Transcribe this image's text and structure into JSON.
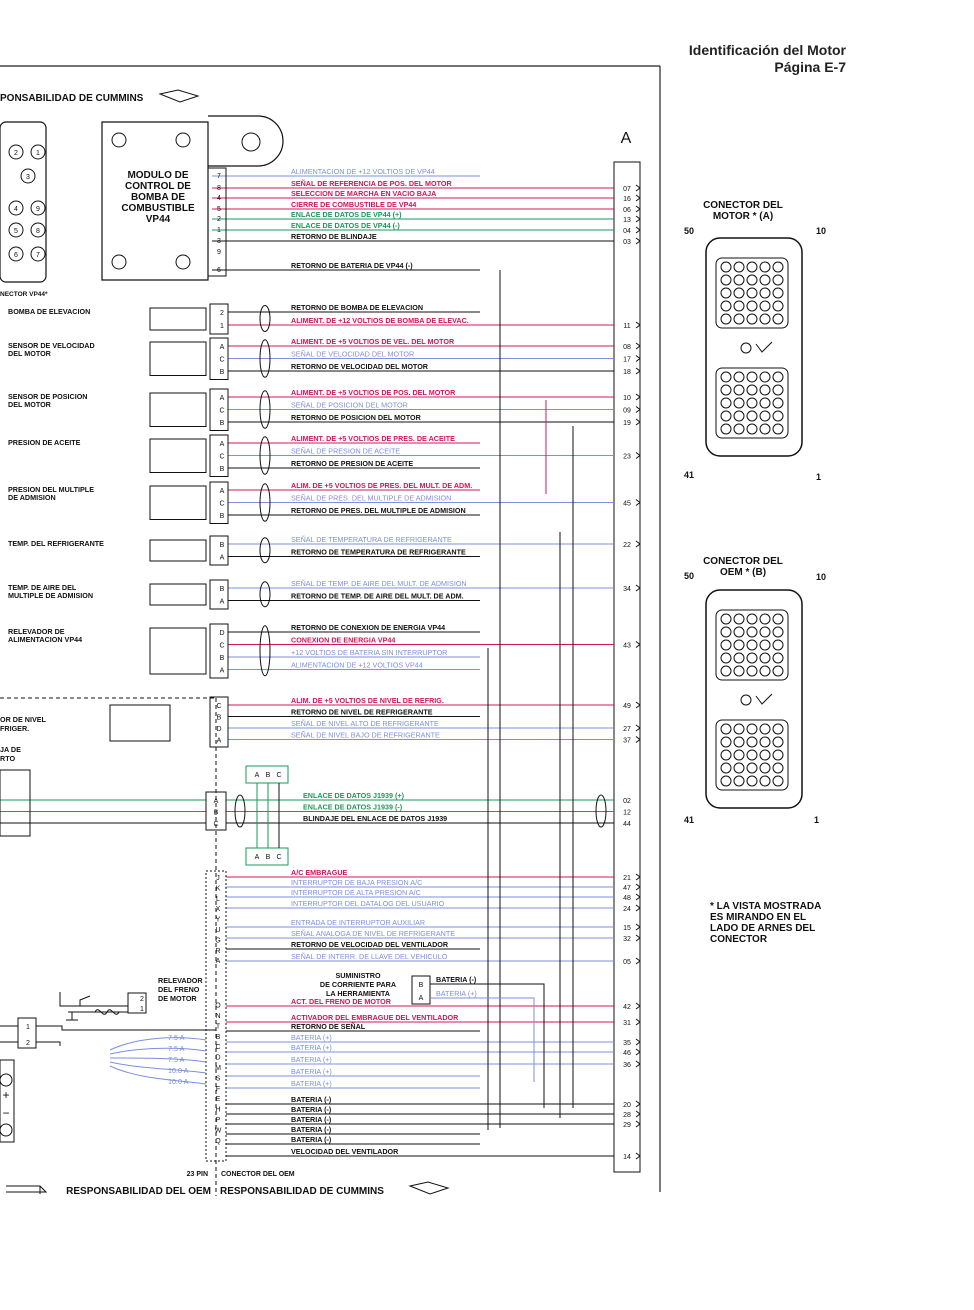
{
  "header": {
    "title": "Identificación del Motor",
    "page": "Página E-7"
  },
  "top_banner": "PONSABILIDAD DE CUMMINS",
  "ecm_column": "A",
  "module": {
    "title_lines": [
      "MODULO DE",
      "CONTROL DE",
      "BOMBA DE",
      "COMBUSTIBLE",
      "VP44"
    ],
    "connector_label": "NECTOR VP44*"
  },
  "module_pins": [
    "7",
    "8",
    "4",
    "5",
    "2",
    "1",
    "3",
    "9",
    "6"
  ],
  "module_wires": [
    {
      "label": "ALIMENTACION DE +12 VOLTIOS DE VP44",
      "color": "blue",
      "ecm": ""
    },
    {
      "label": "SEÑAL DE REFERENCIA DE POS. DEL MOTOR",
      "color": "red",
      "ecm": "07"
    },
    {
      "label": "SELECCION DE MARCHA EN VACIO BAJA",
      "color": "red",
      "ecm": "16"
    },
    {
      "label": "CIERRE DE COMBUSTIBLE DE VP44",
      "color": "red",
      "ecm": "06"
    },
    {
      "label": "ENLACE DE DATOS DE VP44 (+)",
      "color": "green",
      "ecm": "13"
    },
    {
      "label": "ENLACE DE DATOS DE VP44 (-)",
      "color": "green",
      "ecm": "04"
    },
    {
      "label": "RETORNO DE BLINDAJE",
      "color": "black",
      "ecm": "03"
    },
    {
      "label": "RETORNO DE BATERIA DE VP44 (-)",
      "color": "black",
      "ecm": ""
    }
  ],
  "sensors": [
    {
      "name_lines": [
        "BOMBA DE ELEVACION"
      ],
      "pins": [
        "2",
        "1"
      ],
      "wires": [
        {
          "label": "RETORNO DE BOMBA DE ELEVACION",
          "color": "black",
          "ecm": ""
        },
        {
          "label": "ALIMENT. DE +12 VOLTIOS DE BOMBA DE ELEVAC.",
          "color": "red",
          "ecm": "11"
        }
      ]
    },
    {
      "name_lines": [
        "SENSOR DE VELOCIDAD",
        "DEL MOTOR"
      ],
      "pins": [
        "A",
        "C",
        "B"
      ],
      "wires": [
        {
          "label": "ALIMENT. DE +5 VOLTIOS DE VEL. DEL MOTOR",
          "color": "red",
          "ecm": "08"
        },
        {
          "label": "SEÑAL DE VELOCIDAD DEL MOTOR",
          "color": "blue",
          "ecm": "17"
        },
        {
          "label": "RETORNO DE VELOCIDAD DEL MOTOR",
          "color": "black",
          "ecm": "18"
        }
      ]
    },
    {
      "name_lines": [
        "SENSOR DE POSICION",
        "DEL MOTOR"
      ],
      "pins": [
        "A",
        "C",
        "B"
      ],
      "wires": [
        {
          "label": "ALIMENT. DE +5 VOLTIOS DE POS. DEL MOTOR",
          "color": "red",
          "ecm": "10"
        },
        {
          "label": "SEÑAL DE POSICION DEL MOTOR",
          "color": "blue",
          "ecm": "09"
        },
        {
          "label": "RETORNO DE POSICION DEL MOTOR",
          "color": "black",
          "ecm": "19"
        }
      ]
    },
    {
      "name_lines": [
        "PRESION DE ACEITE"
      ],
      "pins": [
        "A",
        "C",
        "B"
      ],
      "wires": [
        {
          "label": "ALIMENT. DE +5 VOLTIOS DE PRES. DE ACEITE",
          "color": "red",
          "ecm": ""
        },
        {
          "label": "SEÑAL DE PRESION DE ACEITE",
          "color": "blue",
          "ecm": "23"
        },
        {
          "label": "RETORNO DE PRESION DE ACEITE",
          "color": "black",
          "ecm": ""
        }
      ]
    },
    {
      "name_lines": [
        "PRESION DEL MULTIPLE",
        "DE ADMISION"
      ],
      "pins": [
        "A",
        "C",
        "B"
      ],
      "wires": [
        {
          "label": "ALIM. DE +5 VOLTIOS DE PRES. DEL MULT. DE ADM.",
          "color": "red",
          "ecm": ""
        },
        {
          "label": "SEÑAL DE PRES. DEL MULTIPLE DE ADMISION",
          "color": "blue",
          "ecm": "45"
        },
        {
          "label": "RETORNO DE PRES. DEL MULTIPLE DE ADMISION",
          "color": "black",
          "ecm": ""
        }
      ]
    },
    {
      "name_lines": [
        "TEMP. DEL REFRIGERANTE"
      ],
      "pins": [
        "B",
        "A"
      ],
      "wires": [
        {
          "label": "SEÑAL DE TEMPERATURA DE REFRIGERANTE",
          "color": "blue",
          "ecm": "22"
        },
        {
          "label": "RETORNO DE TEMPERATURA DE REFRIGERANTE",
          "color": "black",
          "ecm": ""
        }
      ]
    },
    {
      "name_lines": [
        "TEMP. DE AIRE DEL",
        "MULTIPLE DE ADMISION"
      ],
      "pins": [
        "B",
        "A"
      ],
      "wires": [
        {
          "label": "SEÑAL DE TEMP. DE AIRE DEL MULT. DE ADMISION",
          "color": "blue",
          "ecm": "34"
        },
        {
          "label": "RETORNO DE TEMP. DE AIRE DEL MULT. DE ADM.",
          "color": "black",
          "ecm": ""
        }
      ]
    },
    {
      "name_lines": [
        "RELEVADOR DE",
        "ALIMENTACION VP44"
      ],
      "pins": [
        "D",
        "C",
        "B",
        "A"
      ],
      "wires": [
        {
          "label": "RETORNO DE CONEXION DE ENERGIA VP44",
          "color": "black",
          "ecm": ""
        },
        {
          "label": "CONEXION DE ENERGIA VP44",
          "color": "red",
          "ecm": "43"
        },
        {
          "label": "+12 VOLTIOS DE BATERIA SIN INTERRUPTOR",
          "color": "blue",
          "ecm": ""
        },
        {
          "label": "ALIMENTACION DE +12 VOLTIOS VP44",
          "color": "blue",
          "ecm": ""
        }
      ]
    }
  ],
  "coolant_level": {
    "name_lines": [
      "OR DE NIVEL",
      "FRIGER."
    ],
    "pins": [
      "C",
      "B",
      "D",
      "A"
    ],
    "wires": [
      {
        "label": "ALIM. DE +5 VOLTIOS DE NIVEL DE REFRIG.",
        "color": "red",
        "ecm": "49"
      },
      {
        "label": "RETORNO DE NIVEL DE REFRIGERANTE",
        "color": "black",
        "ecm": ""
      },
      {
        "label": "SEÑAL DE NIVEL ALTO DE REFRIGERANTE",
        "color": "blue",
        "ecm": "27"
      },
      {
        "label": "SEÑAL DE NIVEL BAJO DE REFRIGERANTE",
        "color": "blue",
        "ecm": "37"
      }
    ]
  },
  "left_fragment": [
    "JA DE",
    "RTO"
  ],
  "j1939": {
    "pins": [
      "A",
      "B",
      "C"
    ],
    "terminator_pins": [
      "A",
      "B",
      "C"
    ],
    "wires": [
      {
        "label": "ENLACE DE DATOS J1939 (+)",
        "color": "green",
        "ecm": "02"
      },
      {
        "label": "ENLACE DE DATOS J1939 (-)",
        "color": "green",
        "ecm": "12"
      },
      {
        "label": "BLINDAJE DEL ENLACE DE DATOS J1939",
        "color": "black",
        "ecm": "44"
      }
    ]
  },
  "oem_pins": [
    "J",
    "K",
    "L",
    "X",
    "Y",
    "U",
    "G",
    "R",
    "A",
    "O",
    "N",
    "T",
    "B",
    "C",
    "D",
    "M",
    "S",
    "F",
    "E",
    "H",
    "P",
    "W",
    "Q"
  ],
  "oem_wires": [
    {
      "label": "A/C EMBRAGUE",
      "color": "red",
      "ecm": "21"
    },
    {
      "label": "INTERRUPTOR DE BAJA PRESION A/C",
      "color": "blue",
      "ecm": "47"
    },
    {
      "label": "INTERRUPTOR DE ALTA PRESION A/C",
      "color": "blue",
      "ecm": "48"
    },
    {
      "label": "INTERRUPTOR DEL DATALOG DEL USUARIO",
      "color": "blue",
      "ecm": "24"
    },
    {
      "label": "ENTRADA DE INTERRUPTOR AUXILIAR",
      "color": "blue",
      "ecm": "15"
    },
    {
      "label": "SEÑAL ANALOGA DE NIVEL DE REFRIGERANTE",
      "color": "blue",
      "ecm": "32"
    },
    {
      "label": "RETORNO DE VELOCIDAD DEL VENTILADOR",
      "color": "black",
      "ecm": ""
    },
    {
      "label": "SEÑAL DE INTERR. DE LLAVE DEL VEHICULO",
      "color": "blue",
      "ecm": "05"
    },
    {
      "label": "ACT. DEL FRENO DE MOTOR",
      "color": "red",
      "ecm": "42"
    },
    {
      "label": "ACTIVADOR DEL EMBRAGUE DEL VENTILADOR",
      "color": "red",
      "ecm": "31"
    },
    {
      "label": "RETORNO DE SEÑAL",
      "color": "black",
      "ecm": ""
    },
    {
      "label": "BATERIA (+)",
      "color": "blue",
      "ecm": "35"
    },
    {
      "label": "BATERIA (+)",
      "color": "blue",
      "ecm": "46"
    },
    {
      "label": "BATERIA (+)",
      "color": "blue",
      "ecm": "36"
    },
    {
      "label": "BATERIA (+)",
      "color": "blue",
      "ecm": ""
    },
    {
      "label": "BATERIA (+)",
      "color": "blue",
      "ecm": ""
    },
    {
      "label": "BATERIA (-)",
      "color": "black",
      "ecm": "20"
    },
    {
      "label": "BATERIA (-)",
      "color": "black",
      "ecm": "28"
    },
    {
      "label": "BATERIA (-)",
      "color": "black",
      "ecm": "29"
    },
    {
      "label": "BATERIA (-)",
      "color": "black",
      "ecm": ""
    },
    {
      "label": "BATERIA (-)",
      "color": "black",
      "ecm": ""
    },
    {
      "label": "VELOCIDAD DEL VENTILADOR",
      "color": "black",
      "ecm": "14"
    }
  ],
  "fuses": [
    "7.5 A",
    "7.5 A",
    "7.5 A",
    "10.0 A",
    "10.0 A"
  ],
  "relay_brake": {
    "lines": [
      "RELEVADOR",
      "DEL FRENO",
      "DE MOTOR"
    ],
    "pins": [
      "2",
      "1"
    ]
  },
  "battery_pins": [
    "1",
    "2"
  ],
  "tool_supply": {
    "lines": [
      "SUMINISTRO",
      "DE CORRIENTE PARA",
      "LA HERRAMIENTA"
    ],
    "pins": [
      "B",
      "A"
    ],
    "labels": [
      "BATERIA (-)",
      "BATERIA (+)"
    ]
  },
  "footer": {
    "pin_count": "23 PIN",
    "oem_connector": "CONECTOR DEL OEM",
    "left": "RESPONSABILIDAD DEL OEM",
    "right": "RESPONSABILIDAD DE CUMMINS"
  },
  "connector_a": {
    "title_lines": [
      "CONECTOR DEL",
      "MOTOR * (A)"
    ],
    "n50": "50",
    "n10": "10",
    "n41": "41",
    "n1": "1"
  },
  "connector_b": {
    "title_lines": [
      "CONECTOR DEL",
      "OEM * (B)"
    ],
    "n50": "50",
    "n10": "10",
    "n41": "41",
    "n1": "1"
  },
  "note_lines": [
    "* LA VISTA MOSTRADA",
    "ES MIRANDO EN EL",
    "LADO DE ARNES DEL",
    "CONECTOR"
  ],
  "colors": {
    "red": "#d4145a",
    "green": "#1a9a5a",
    "blue": "#7c8fe0",
    "black": "#111111"
  }
}
